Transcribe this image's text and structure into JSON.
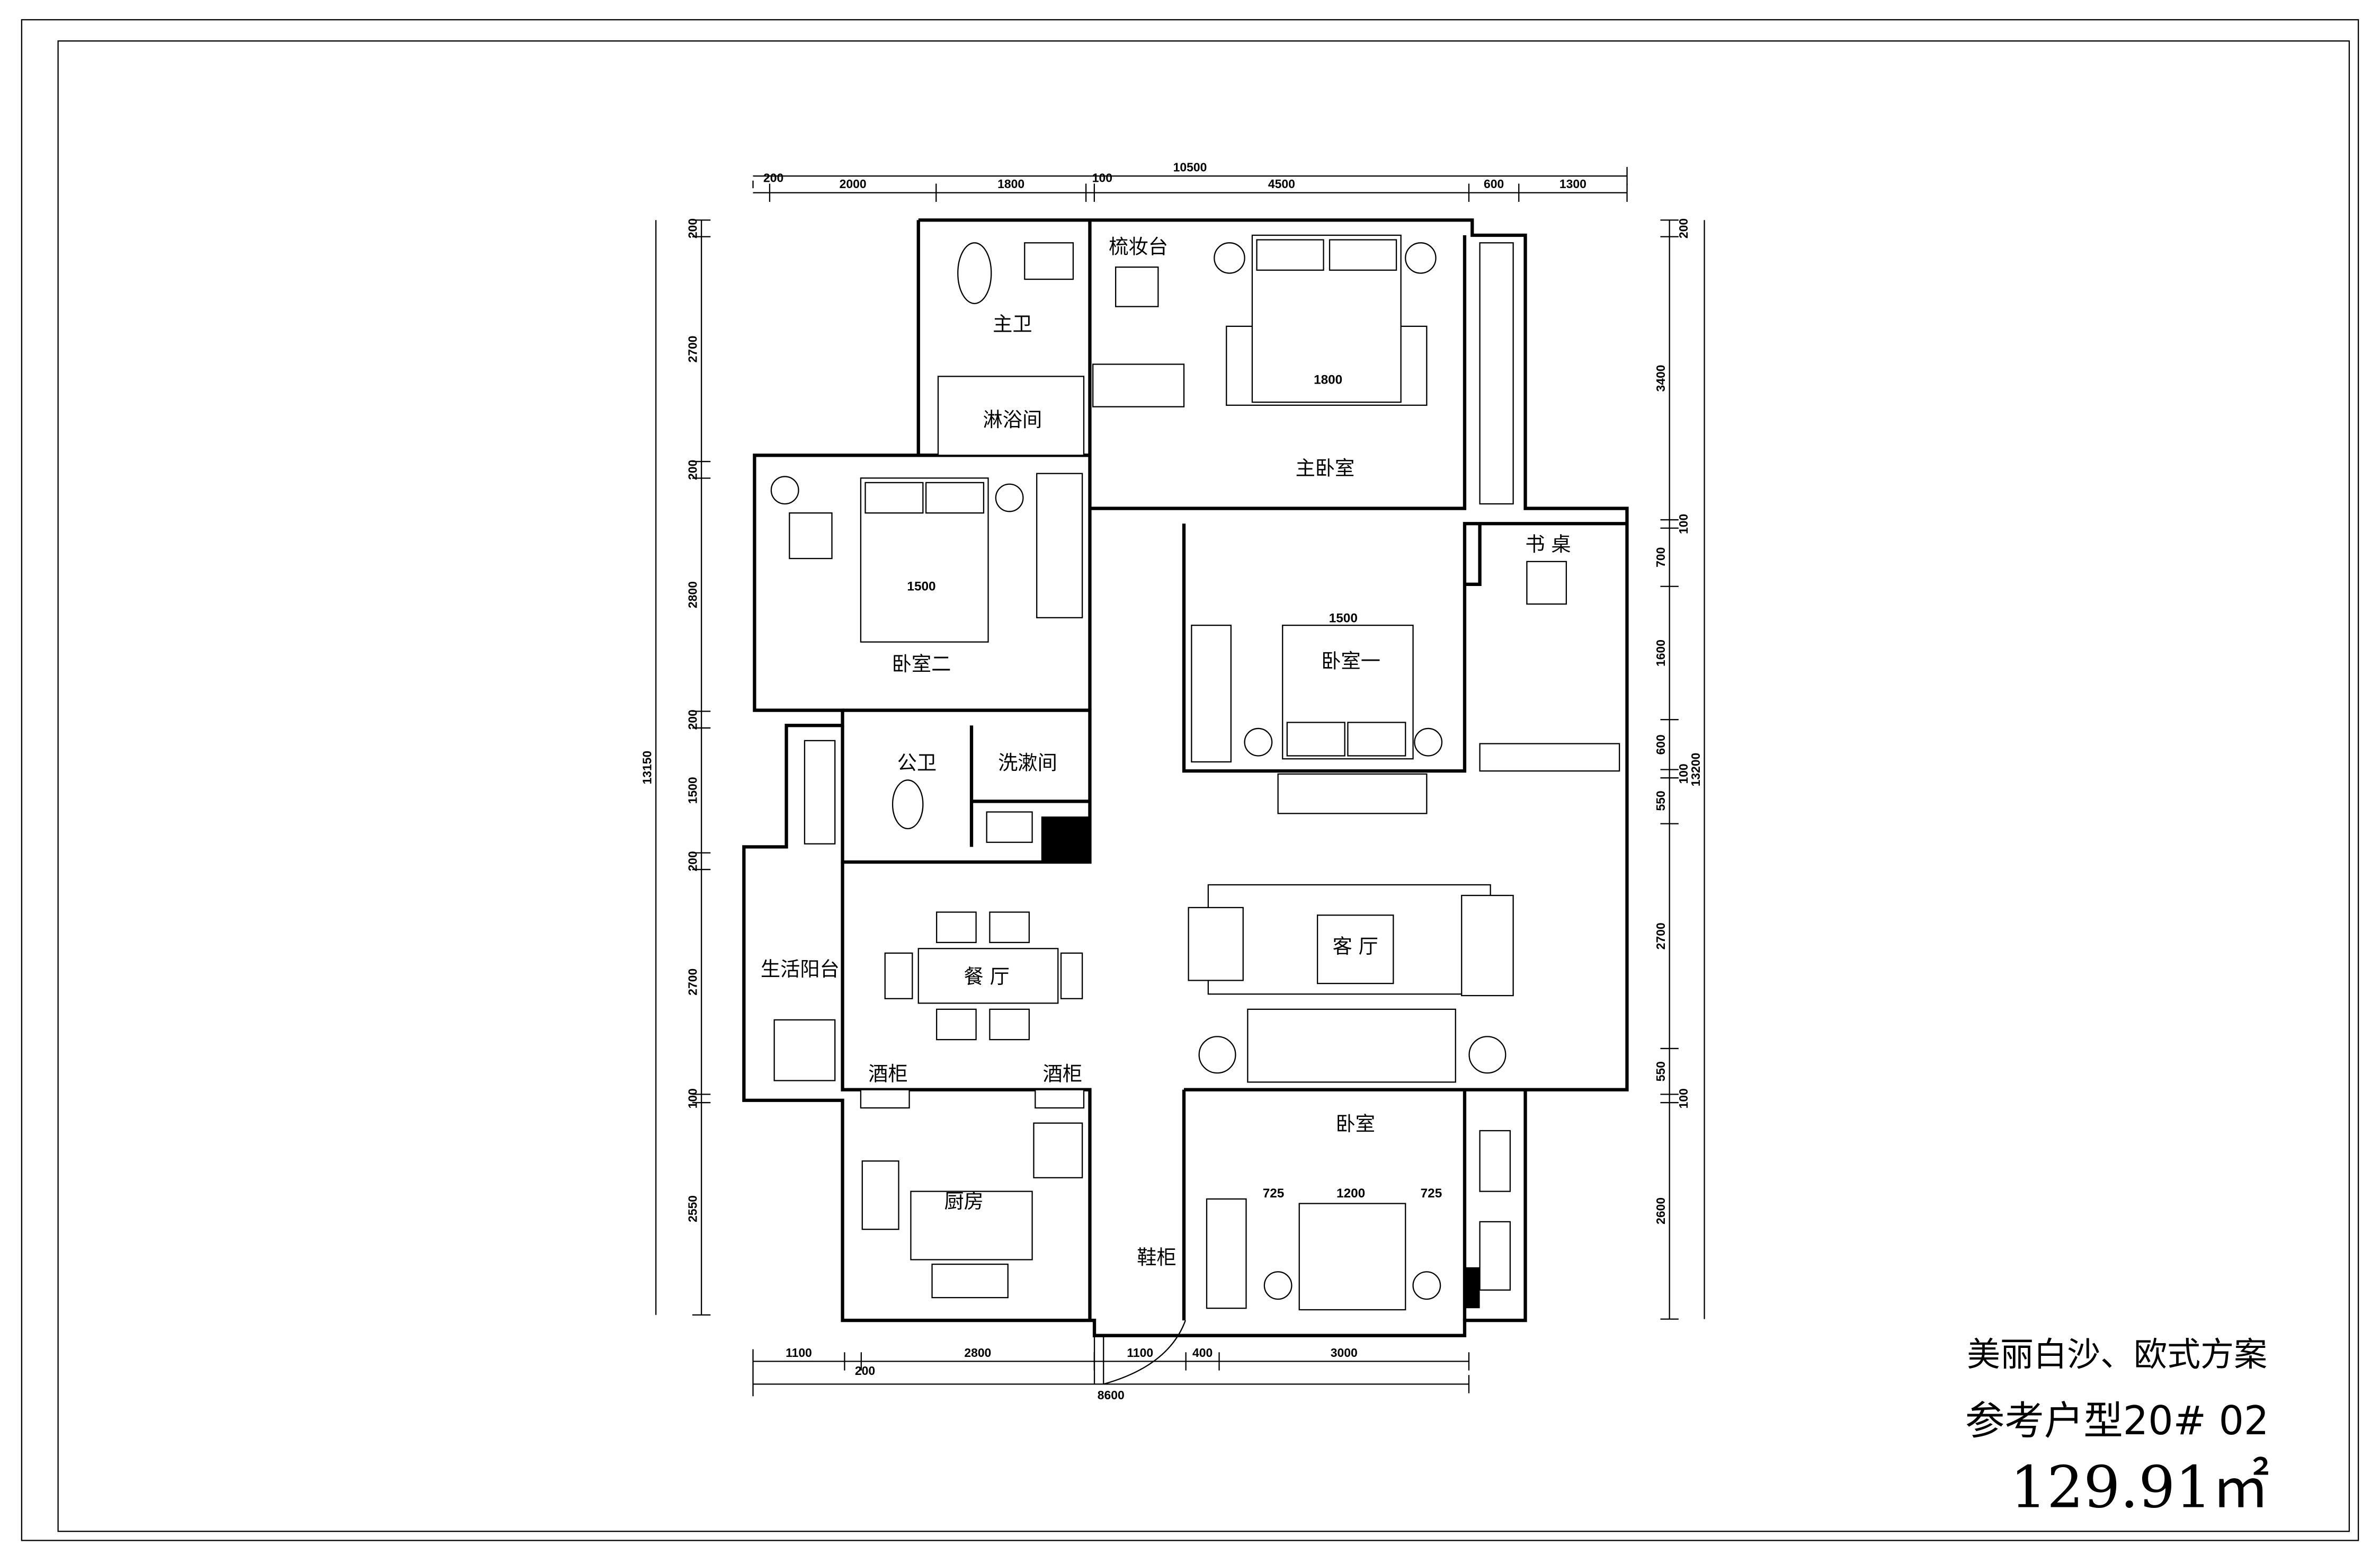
{
  "title": {
    "line1": "美丽白沙、欧式方案",
    "line2": "参考户型20# 02",
    "area": "129.91㎡"
  },
  "rooms": {
    "master_bath": "主卫",
    "shower": "淋浴间",
    "dresser": "梳妆台",
    "master_bedroom": "主卧室",
    "bedroom_two": "卧室二",
    "desk": "书 桌",
    "bedroom_one": "卧室一",
    "public_bath": "公卫",
    "washroom": "洗漱间",
    "balcony": "生活阳台",
    "dining": "餐 厅",
    "living": "客 厅",
    "wine_cabinet_left": "酒柜",
    "wine_cabinet_right": "酒柜",
    "kitchen": "厨房",
    "shoe_cabinet": "鞋柜",
    "bedroom": "卧室"
  },
  "furniture_dims": {
    "master_bed": "1800",
    "bed_two": "1500",
    "bed_one": "1500",
    "bedroom_left": "725",
    "bedroom_bed": "1200",
    "bedroom_right": "725"
  },
  "dimensions": {
    "top": {
      "total": "10500",
      "segments": [
        200,
        2000,
        1800,
        100,
        4500,
        600,
        1300
      ]
    },
    "bottom": {
      "total": "8600",
      "segments": [
        1100,
        200,
        2800,
        1100,
        400,
        3000
      ]
    },
    "left": {
      "total": "13150",
      "segments": [
        200,
        2700,
        200,
        2800,
        200,
        1500,
        200,
        2700,
        100,
        2550
      ]
    },
    "right": {
      "total": "13200",
      "segments": [
        200,
        3400,
        100,
        700,
        1600,
        600,
        100,
        550,
        2700,
        550,
        100,
        2600
      ]
    }
  }
}
